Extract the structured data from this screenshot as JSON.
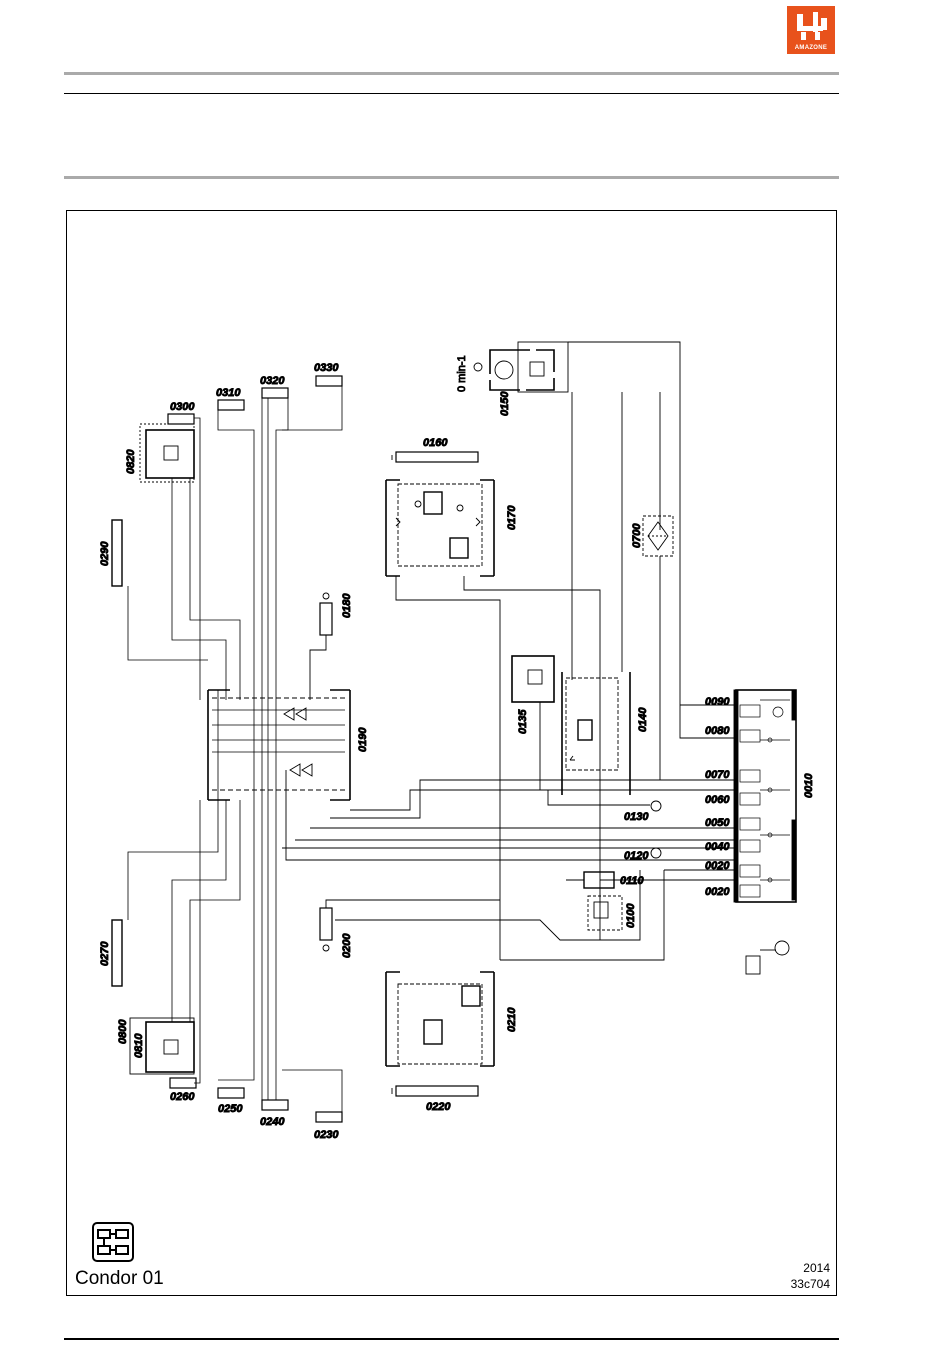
{
  "brand": {
    "logo_text": "AMAZONE",
    "color": "#e8521c"
  },
  "footer": {
    "model": "Condor 01",
    "year": "2014",
    "drawing_no": "33c704"
  },
  "speed_label": "0 min-1",
  "components": {
    "c0010": "0010",
    "c0020a": "0020",
    "c0020b": "0020",
    "c0040": "0040",
    "c0050": "0050",
    "c0060": "0060",
    "c0070": "0070",
    "c0080": "0080",
    "c0090": "0090",
    "c0100": "0100",
    "c0110": "0110",
    "c0120": "0120",
    "c0130": "0130",
    "c0135": "0135",
    "c0140": "0140",
    "c0150": "0150",
    "c0160": "0160",
    "c0170": "0170",
    "c0180": "0180",
    "c0190": "0190",
    "c0200": "0200",
    "c0210": "0210",
    "c0220": "0220",
    "c0230": "0230",
    "c0240": "0240",
    "c0250": "0250",
    "c0260": "0260",
    "c0270": "0270",
    "c0290": "0290",
    "c0300": "0300",
    "c0310": "0310",
    "c0320": "0320",
    "c0330": "0330",
    "c0700": "0700",
    "c0800": "0800",
    "c0810": "0810",
    "c0820": "0820"
  },
  "icons": {
    "logo": "amazone-logo-icon",
    "document": "hydraulic-diagram-icon"
  }
}
